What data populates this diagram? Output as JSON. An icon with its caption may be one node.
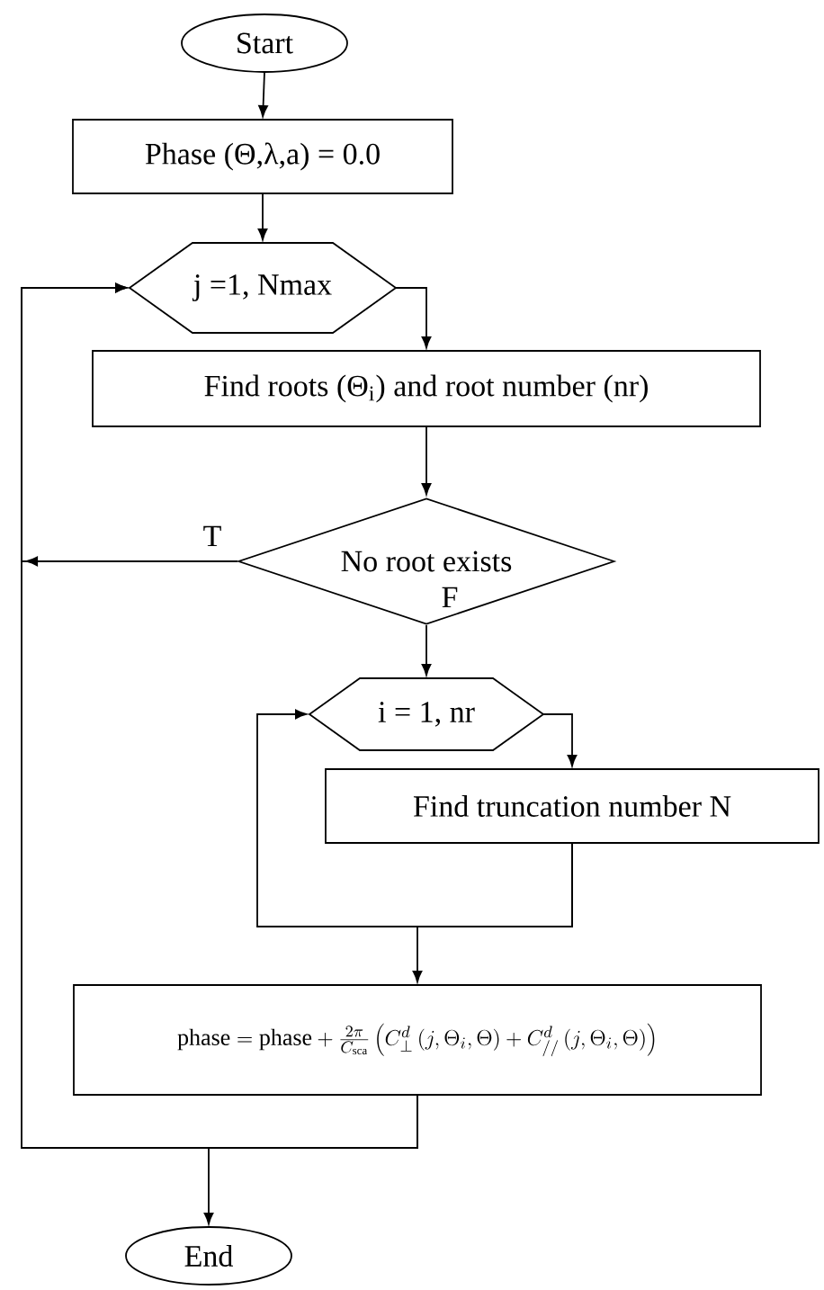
{
  "diagram": {
    "nodes": [
      {
        "text": [
          "Start"
        ]
      },
      {
        "text": [
          "Phase (Θ,λ,a) = 0.0"
        ]
      },
      {
        "text": [
          "j =1, Nmax"
        ]
      },
      {
        "text": [
          "Find roots (Θ$_{i}$) and root number (nr)"
        ]
      },
      {
        "text": [
          "No root exists"
        ]
      },
      {
        "text": [
          "i = 1, nr"
        ]
      },
      {
        "text": [
          "Find truncation number N"
        ]
      },
      {
        "text": [
          "\\mathrm{phase} = \\mathrm{phase} + \\frac{2\\pi}{C_{\\mathrm{sca}}}\\left(C_{\\perp}^{d}\\left(j,\\Theta_{i},\\Theta\\right)+C_{//}^{d}\\left(j,\\Theta_{i},\\Theta\\right)\\right)"
        ]
      },
      {
        "text": [
          "End"
        ]
      }
    ],
    "edges": [
      {
        "from": 0,
        "to": 1,
        "arrow": "to"
      },
      {
        "from": 1,
        "to": 2,
        "arrow": "to"
      },
      {
        "from": 2,
        "to": 3,
        "arrow": "to"
      },
      {
        "from": 3,
        "to": 4,
        "arrow": "to"
      },
      {
        "from": 4,
        "to": 2,
        "arrow": "to",
        "label": "T"
      },
      {
        "from": 4,
        "to": 5,
        "arrow": "to",
        "label": "F"
      },
      {
        "from": 5,
        "to": 6,
        "arrow": "to"
      },
      {
        "from": 6,
        "to": 5,
        "arrow": "to"
      },
      {
        "from": 6,
        "to": 7,
        "arrow": "to"
      },
      {
        "from": 7,
        "to": 2,
        "arrow": "to"
      },
      {
        "from": 7,
        "to": 8,
        "arrow": "to"
      }
    ]
  }
}
